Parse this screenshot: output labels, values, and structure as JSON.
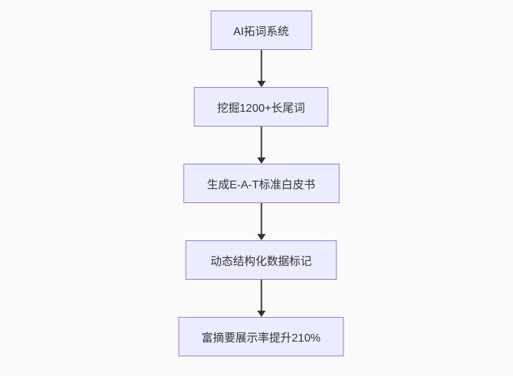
{
  "diagram": {
    "type": "flowchart",
    "direction": "top-down",
    "nodes": [
      {
        "id": "step-1",
        "label": "AI拓词系统"
      },
      {
        "id": "step-2",
        "label": "挖掘1200+长尾词"
      },
      {
        "id": "step-3",
        "label": "生成E-A-T标准白皮书"
      },
      {
        "id": "step-4",
        "label": "动态结构化数据标记"
      },
      {
        "id": "step-5",
        "label": "富摘要展示率提升210%"
      }
    ],
    "edges": [
      {
        "from": "step-1",
        "to": "step-2"
      },
      {
        "from": "step-2",
        "to": "step-3"
      },
      {
        "from": "step-3",
        "to": "step-4"
      },
      {
        "from": "step-4",
        "to": "step-5"
      }
    ],
    "colors": {
      "node_fill": "#ECECFF",
      "node_border": "#9370DB",
      "node_text": "#333333",
      "arrow": "#333333",
      "background": "#fafafa"
    }
  }
}
